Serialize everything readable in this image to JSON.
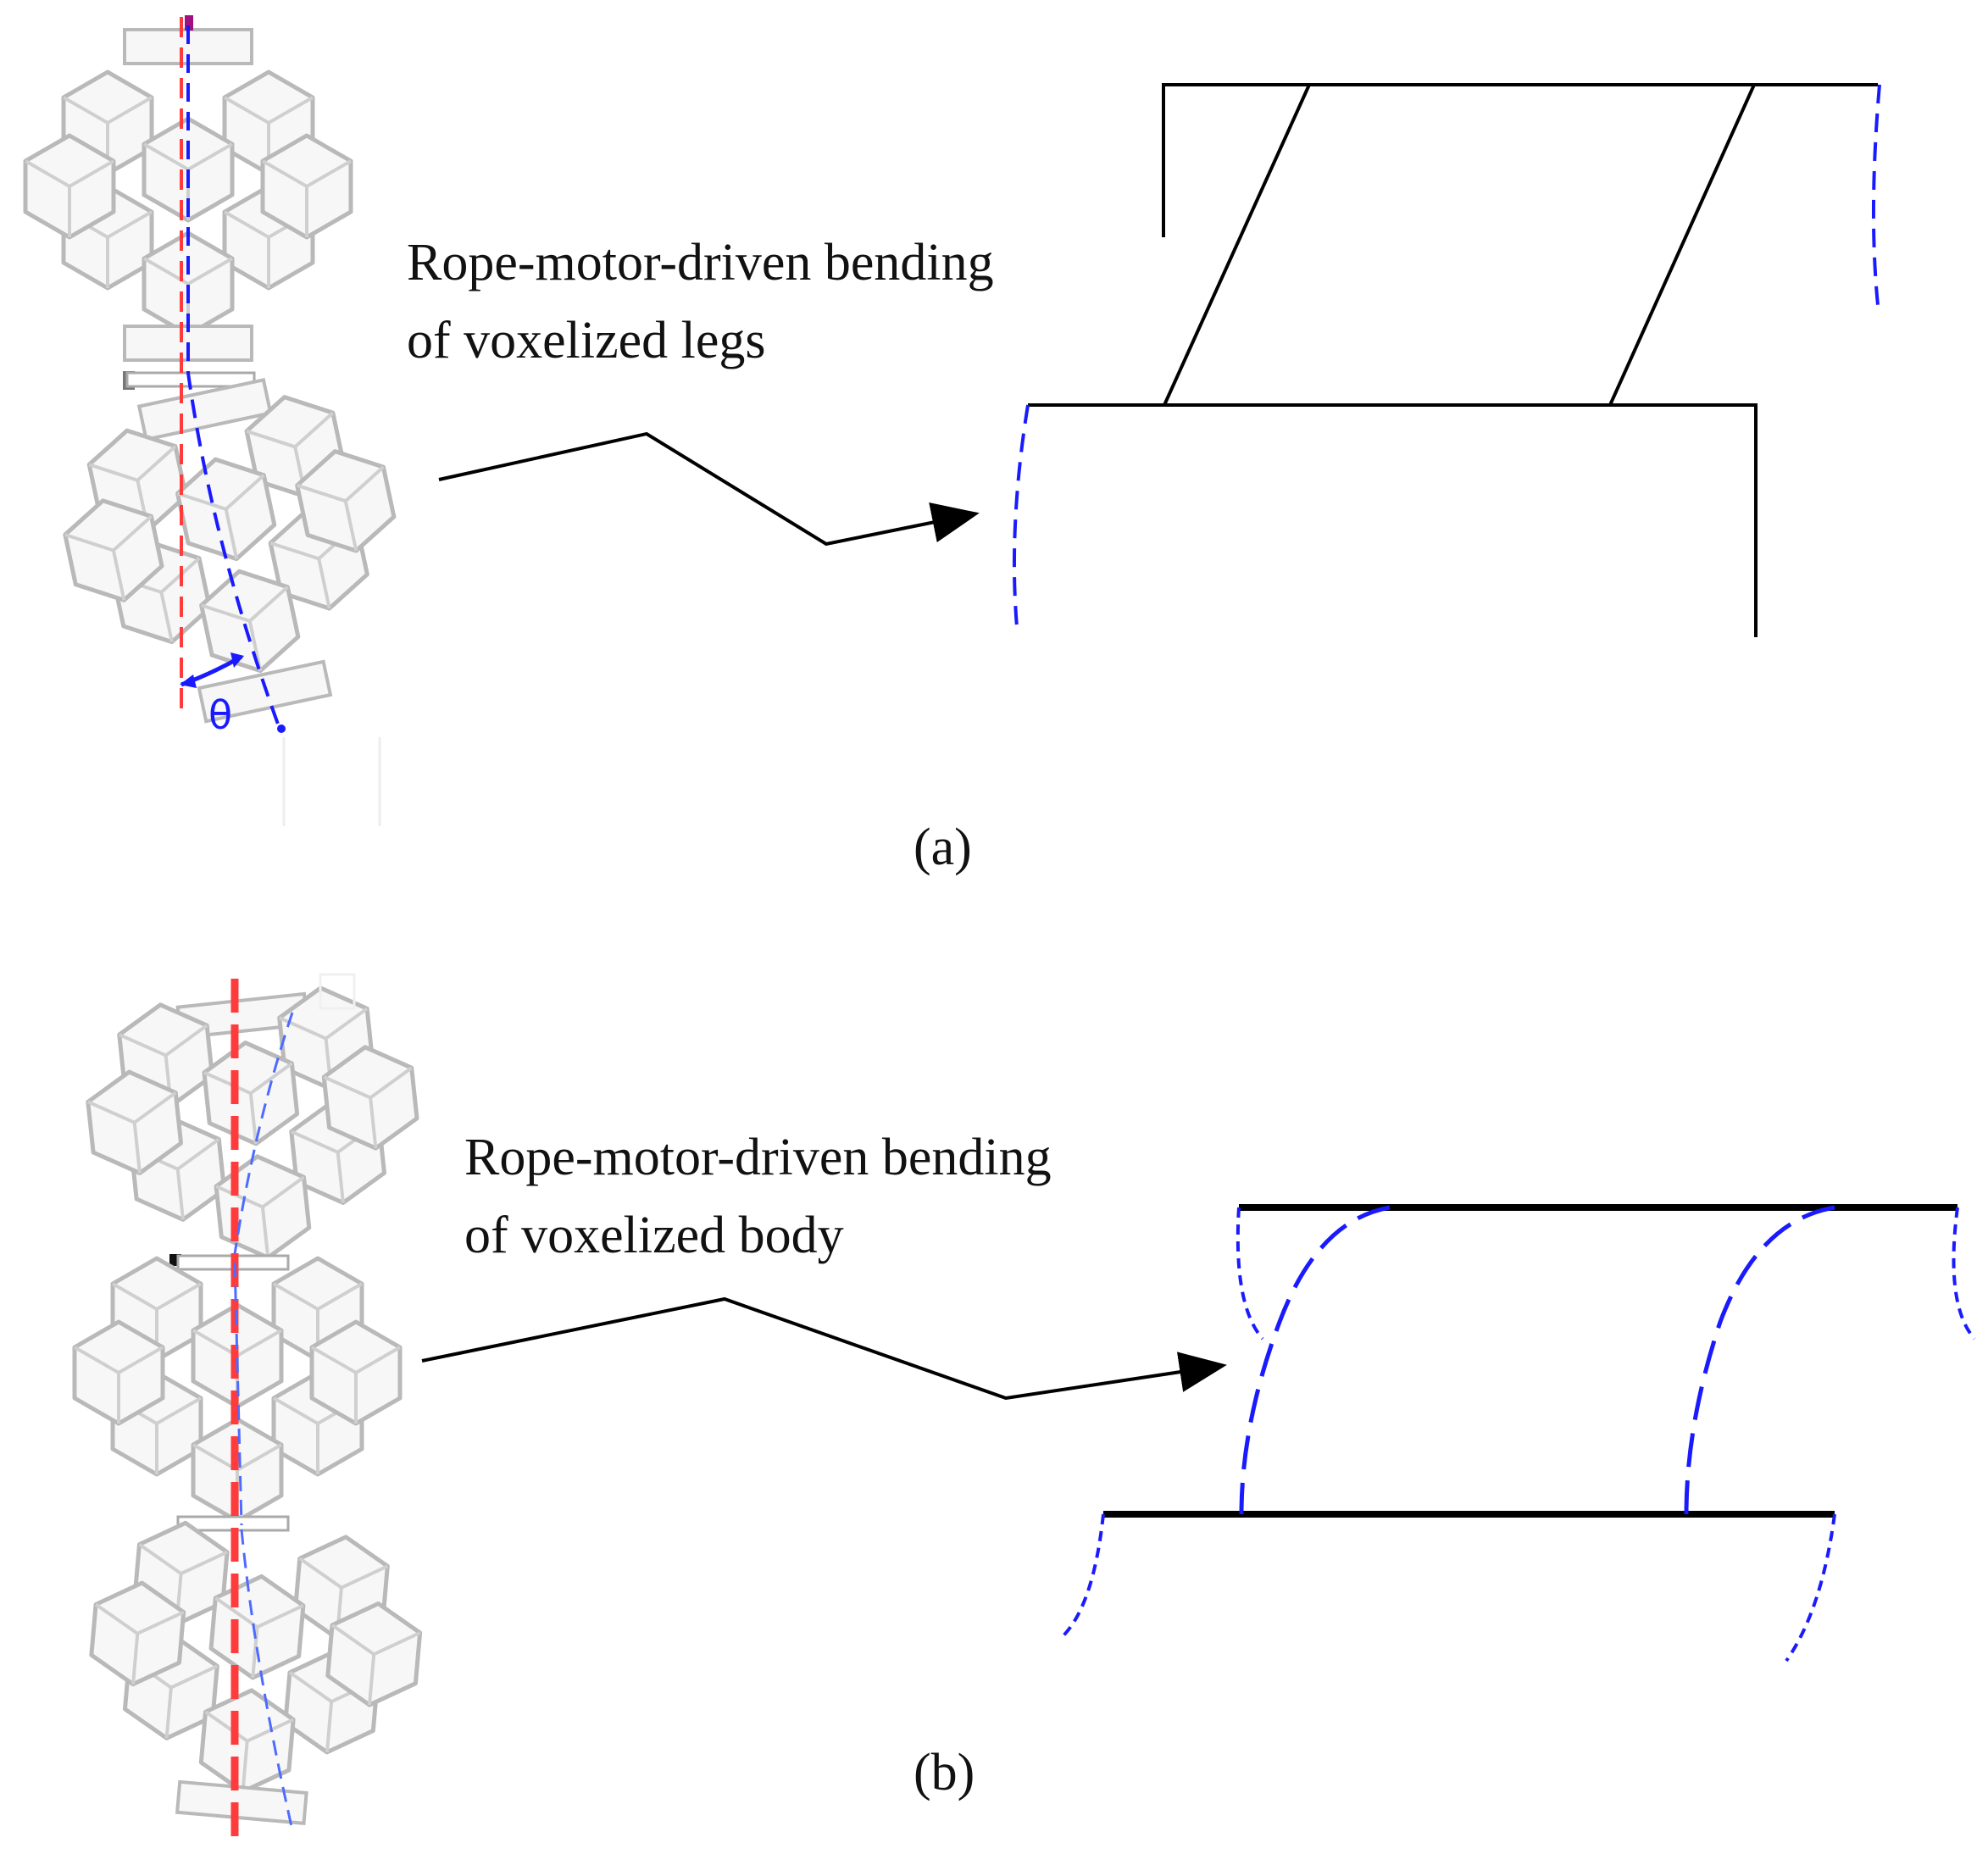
{
  "panel_a": {
    "caption_line1": "Rope-motor-driven bending",
    "caption_line2": "of voxelized legs",
    "angle_symbol": "θ",
    "label": "(a)"
  },
  "panel_b": {
    "caption_line1": "Rope-motor-driven bending",
    "caption_line2": "of voxelized body",
    "label": "(b)"
  },
  "colors": {
    "bend_curve": "#1a1aff",
    "reference_axis": "#ff3b3b",
    "structure": "#000000",
    "voxel": "#b9b9b9"
  }
}
